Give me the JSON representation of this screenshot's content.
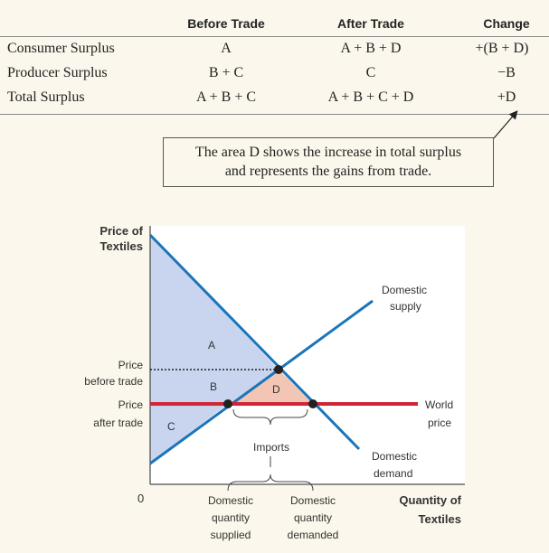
{
  "table": {
    "headers": {
      "before": "Before Trade",
      "after": "After Trade",
      "change": "Change"
    },
    "rows": [
      {
        "label": "Consumer Surplus",
        "before": "A",
        "after": "A + B + D",
        "change": "+(B + D)"
      },
      {
        "label": "Producer Surplus",
        "before": "B + C",
        "after": "C",
        "change": "−B"
      },
      {
        "label": "Total Surplus",
        "before": "A + B + C",
        "after": "A + B + C + D",
        "change": "+D"
      }
    ]
  },
  "callout": {
    "line1": "The area D shows the increase in total surplus",
    "line2": "and represents the gains from trade."
  },
  "diagram": {
    "y_axis_label": [
      "Price of",
      "Textiles"
    ],
    "x_axis_label": [
      "Quantity of",
      "Textiles"
    ],
    "origin": "0",
    "price_before": [
      "Price",
      "before trade"
    ],
    "price_after": [
      "Price",
      "after trade"
    ],
    "areas": {
      "a": "A",
      "b": "B",
      "c": "C",
      "d": "D"
    },
    "supply_label": [
      "Domestic",
      "supply"
    ],
    "demand_label": [
      "Domestic",
      "demand"
    ],
    "world_price_label": [
      "World",
      "price"
    ],
    "imports_label": "Imports",
    "qty_supplied": [
      "Domestic",
      "quantity",
      "supplied"
    ],
    "qty_demanded": [
      "Domestic",
      "quantity",
      "demanded"
    ],
    "colors": {
      "consumer_area": "#c9d4ef",
      "producer_area": "#c9d4ef",
      "gain_area": "#f3c5b4",
      "supply_demand_lines": "#1b75bb",
      "world_price_line": "#d0263a",
      "plot_bg": "#ffffff"
    }
  }
}
